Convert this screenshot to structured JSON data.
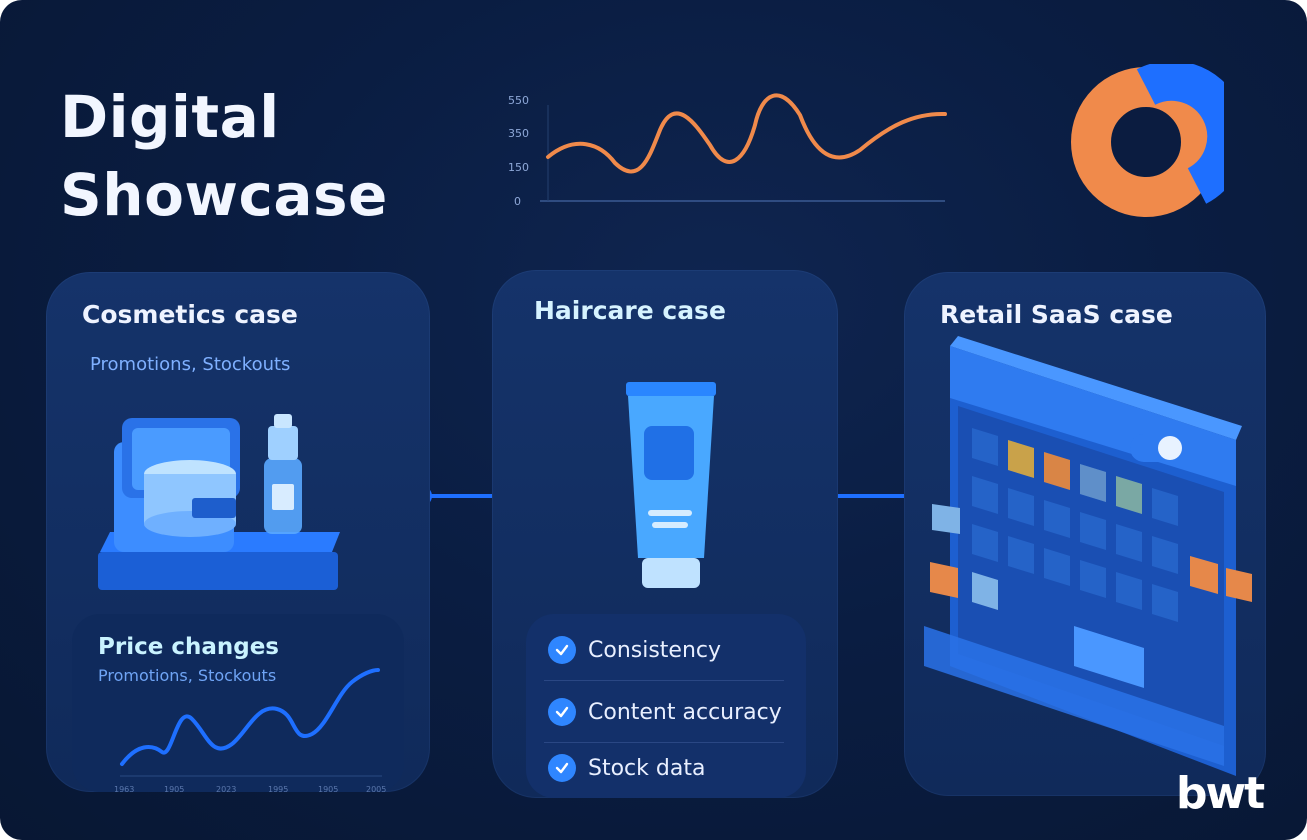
{
  "title": {
    "line1": "Digital",
    "line2": "Showcase"
  },
  "top_chart": {
    "y_ticks": [
      "550",
      "350",
      "150",
      "0"
    ]
  },
  "colors": {
    "accent_blue": "#1e6fff",
    "accent_orange": "#f08a4b",
    "background": "#0a1d42"
  },
  "donut": {
    "orange_fraction": 0.62,
    "blue_fraction": 0.38
  },
  "cards": {
    "cosmetics": {
      "title": "Cosmetics case",
      "subtitle": "Promotions, Stockouts",
      "price_panel": {
        "title": "Price changes",
        "subtitle": "Promotions, Stockouts",
        "x_ticks": [
          "1963",
          "1905",
          "2023",
          "1995",
          "1905",
          "2005"
        ]
      }
    },
    "haircare": {
      "title": "Haircare case",
      "checklist": [
        "Consistency",
        "Content accuracy",
        "Stock data"
      ]
    },
    "retail": {
      "title": "Retail SaaS case"
    }
  },
  "logo": {
    "text": "bwt"
  }
}
